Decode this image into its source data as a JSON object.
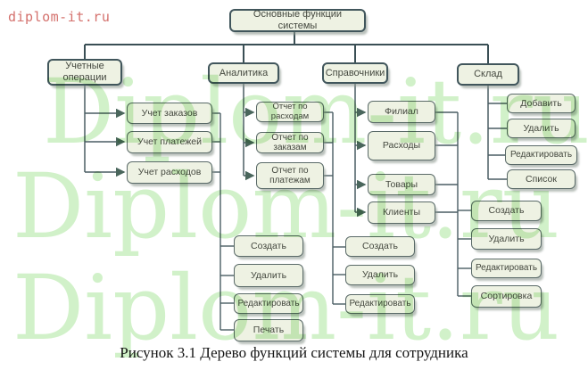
{
  "watermarks": {
    "corner_text": "diplom-it.ru",
    "tiled_text": "Diplom-it.ru"
  },
  "caption": "Рисунок 3.1 Дерево функций системы для сотрудника",
  "colors": {
    "box_fill": "#eef2e3",
    "box_border": "#5a6a68",
    "connector": "#3e5359",
    "watermark_green": "#c6eebb",
    "watermark_red": "#d4716d"
  },
  "nodes": {
    "root": "Основные функции системы",
    "b_uchet": "Учетные операции",
    "b_analitika": "Аналитика",
    "b_sprav": "Справочники",
    "b_sklad": "Склад",
    "u1": "Учет заказов",
    "u2": "Учет платежей",
    "u3": "Учет расходов",
    "a1": "Отчет по расходам",
    "a2": "Отчет по заказам",
    "a3": "Отчет по платежам",
    "s1": "Филиал",
    "s2": "Расходы",
    "s3": "Товары",
    "s4": "Клиенты",
    "k1": "Добавить",
    "k2": "Удалить",
    "k3": "Редактировать",
    "k4": "Список",
    "ga1": "Создать",
    "ga2": "Удалить",
    "ga3": "Редактировать",
    "ga4": "Печать",
    "gb1": "Создать",
    "gb2": "Удалить",
    "gb3": "Редактировать",
    "gc1": "Создать",
    "gc2": "Удалить",
    "gc3": "Редактировать",
    "gc4": "Сортировка"
  }
}
